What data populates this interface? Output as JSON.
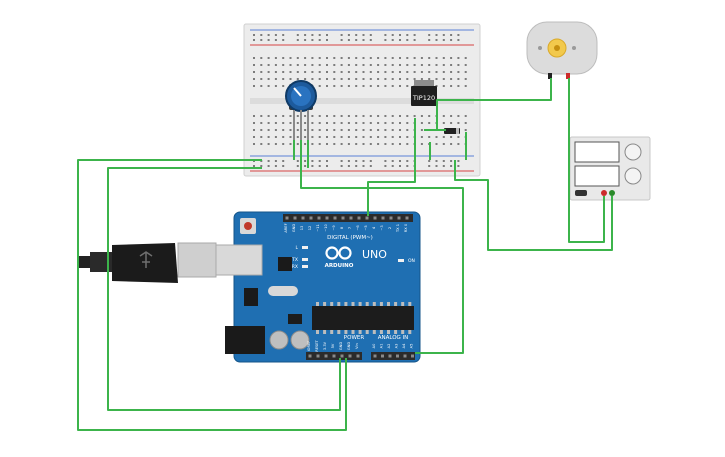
{
  "colors": {
    "wire": "#3cb44b",
    "board": "#1f6fb2",
    "breadboard": "#e8e8e8",
    "header": "#2b2b2b",
    "power_rail_red": "#d64545",
    "power_rail_blue": "#5a7fd6",
    "motor_gear": "#f2c94c"
  },
  "transistor": {
    "label": "TIP120"
  },
  "arduino": {
    "brand": "ARDUINO",
    "model": "UNO",
    "digital_label": "DIGITAL (PWM~)",
    "power_label": "POWER",
    "analog_label": "ANALOG IN",
    "led_l": "L",
    "led_tx": "TX",
    "led_rx": "RX",
    "led_on": "ON",
    "digital_pins": [
      "AREF",
      "GND",
      "13",
      "12",
      "~11",
      "~10",
      "~9",
      "8",
      "7",
      "~6",
      "~5",
      "4",
      "~3",
      "2",
      "TX 1",
      "RX 0"
    ],
    "power_pins": [
      "IOREF",
      "RESET",
      "3.3V",
      "5V",
      "GND",
      "GND",
      "Vin"
    ],
    "analog_pins": [
      "A0",
      "A1",
      "A2",
      "A3",
      "A4",
      "A5"
    ]
  },
  "icons": {
    "potentiometer": "potentiometer-knob-icon",
    "motor": "dc-motor-icon",
    "usb": "usb-plug-icon",
    "power_supply": "power-supply-icon"
  }
}
